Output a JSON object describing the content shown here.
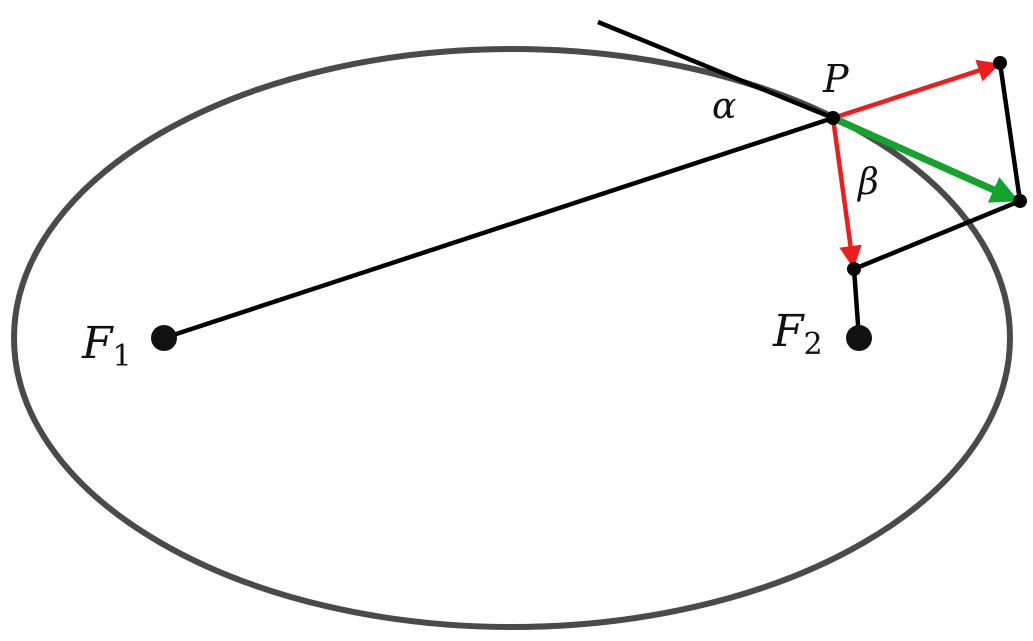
{
  "labels": {
    "focus1": "F",
    "focus1_sub": "1",
    "focus2": "F",
    "focus2_sub": "2",
    "point": "P",
    "alpha": "α",
    "beta": "β"
  },
  "colors": {
    "ellipse": "#4a4a4a",
    "line": "#000000",
    "component_vectors": "#ee1c1c",
    "resultant_vector": "#14a32c",
    "points": "#000000"
  }
}
